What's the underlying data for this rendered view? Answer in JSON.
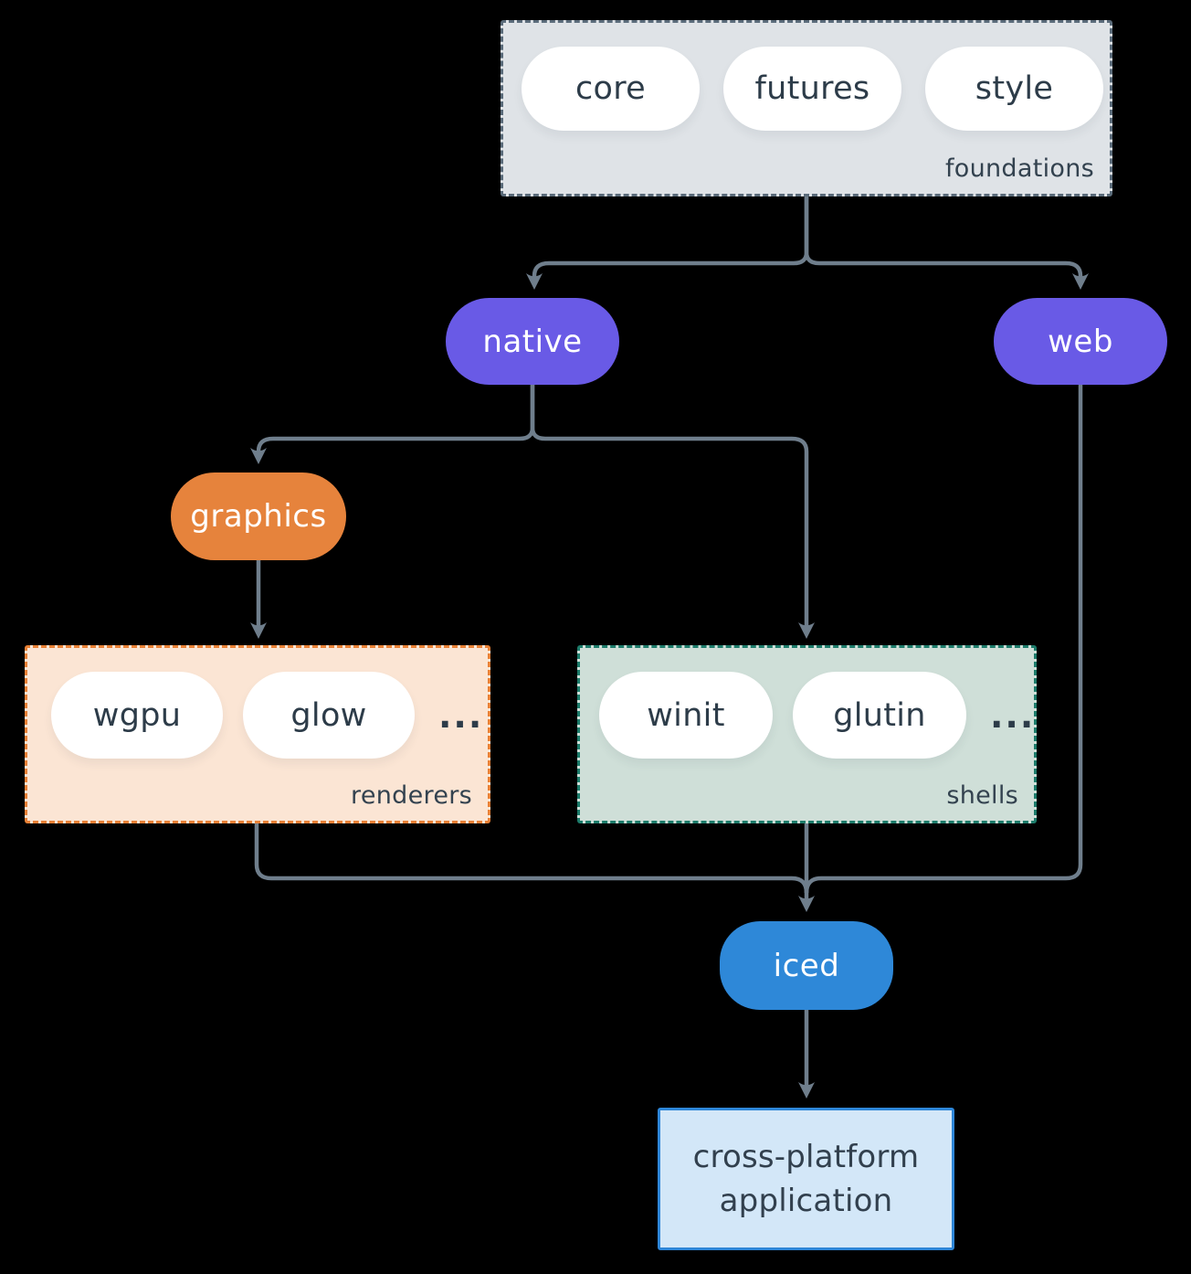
{
  "colors": {
    "canvas_bg": "#000000",
    "arrow": "#6f7e8c",
    "dark_text": "#2d3c49",
    "node_text": "#ffffff",
    "pill_bg": "#ffffff",
    "purple": "#695ae6",
    "orange": "#e6833c",
    "blue": "#2e88d8",
    "foundations_bg": "#dfe3e7",
    "foundations_border": "#5a6b7a",
    "renderers_bg": "#fbe5d4",
    "renderers_border": "#e98136",
    "shells_bg": "#cfdfd8",
    "shells_border": "#1d7c6b",
    "app_bg": "#d3e7f8",
    "app_border": "#2e86d8"
  },
  "foundations": {
    "label": "foundations",
    "pills": [
      "core",
      "futures",
      "style"
    ]
  },
  "nodes": {
    "native": "native",
    "web": "web",
    "graphics": "graphics",
    "iced": "iced"
  },
  "renderers": {
    "label": "renderers",
    "pills": [
      "wgpu",
      "glow"
    ],
    "ellipsis": "..."
  },
  "shells": {
    "label": "shells",
    "pills": [
      "winit",
      "glutin"
    ],
    "ellipsis": "..."
  },
  "app": {
    "label": "cross-platform application"
  }
}
